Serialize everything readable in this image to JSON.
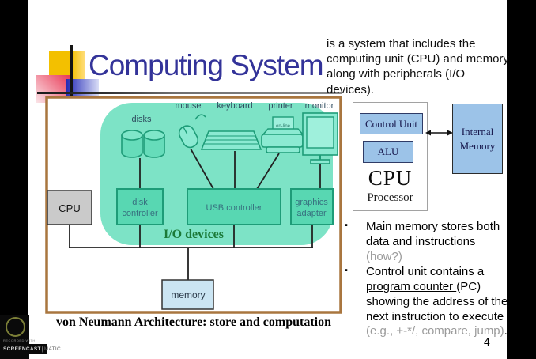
{
  "title": "Computing System",
  "intro": "is a system that includes the computing unit (CPU) and memory along with peripherals (I/O devices).",
  "diagram": {
    "peripheral_labels": {
      "disks": "disks",
      "mouse": "mouse",
      "keyboard": "keyboard",
      "printer": "printer",
      "monitor": "monitor"
    },
    "printer_paper_text": "on-line",
    "boxes": {
      "cpu": "CPU",
      "disk_controller_line1": "disk",
      "disk_controller_line2": "controller",
      "usb_controller": "USB controller",
      "graphics_adapter_line1": "graphics",
      "graphics_adapter_line2": "adapter",
      "memory": "memory"
    },
    "io_devices_label": "I/O devices",
    "caption": "von Neumann Architecture: store and computation"
  },
  "cpu_block": {
    "control_unit": "Control Unit",
    "alu": "ALU",
    "cpu": "CPU",
    "processor": "Processor",
    "internal_memory": "Internal Memory"
  },
  "bullets": [
    {
      "text": "Main memory stores both data and instructions ",
      "gray": "(how?)"
    },
    {
      "pre": "Control unit contains a ",
      "underline": "program counter ",
      "mid": "(PC) showing the address of the next instruction  to execute ",
      "gray": "(e.g., +-*/, compare, jump)",
      "end": "."
    }
  ],
  "page_number": "4",
  "watermark": {
    "recorded_with": "RECORDED WITH",
    "brand": "SCREENCAST",
    "brand_suffix": "MATIC"
  },
  "colors": {
    "title": "#333399",
    "panel_teal": "#7DE3C6",
    "controller_fill": "#58D7B2",
    "controller_stroke": "#1E9C78",
    "diagram_border": "#A9763F",
    "io_devices_text": "#1B7A38",
    "cpu_box_gray": "#CACACA",
    "memory_fill": "#CBE5F3",
    "blue_box_fill": "#9CC3E8",
    "gray_text": "#9B9B9B"
  },
  "icons": [
    "disks-icon",
    "mouse-icon",
    "keyboard-icon",
    "printer-icon",
    "monitor-icon",
    "double-arrow-icon",
    "screencast-logo-icon",
    "bullet-square-icon"
  ]
}
